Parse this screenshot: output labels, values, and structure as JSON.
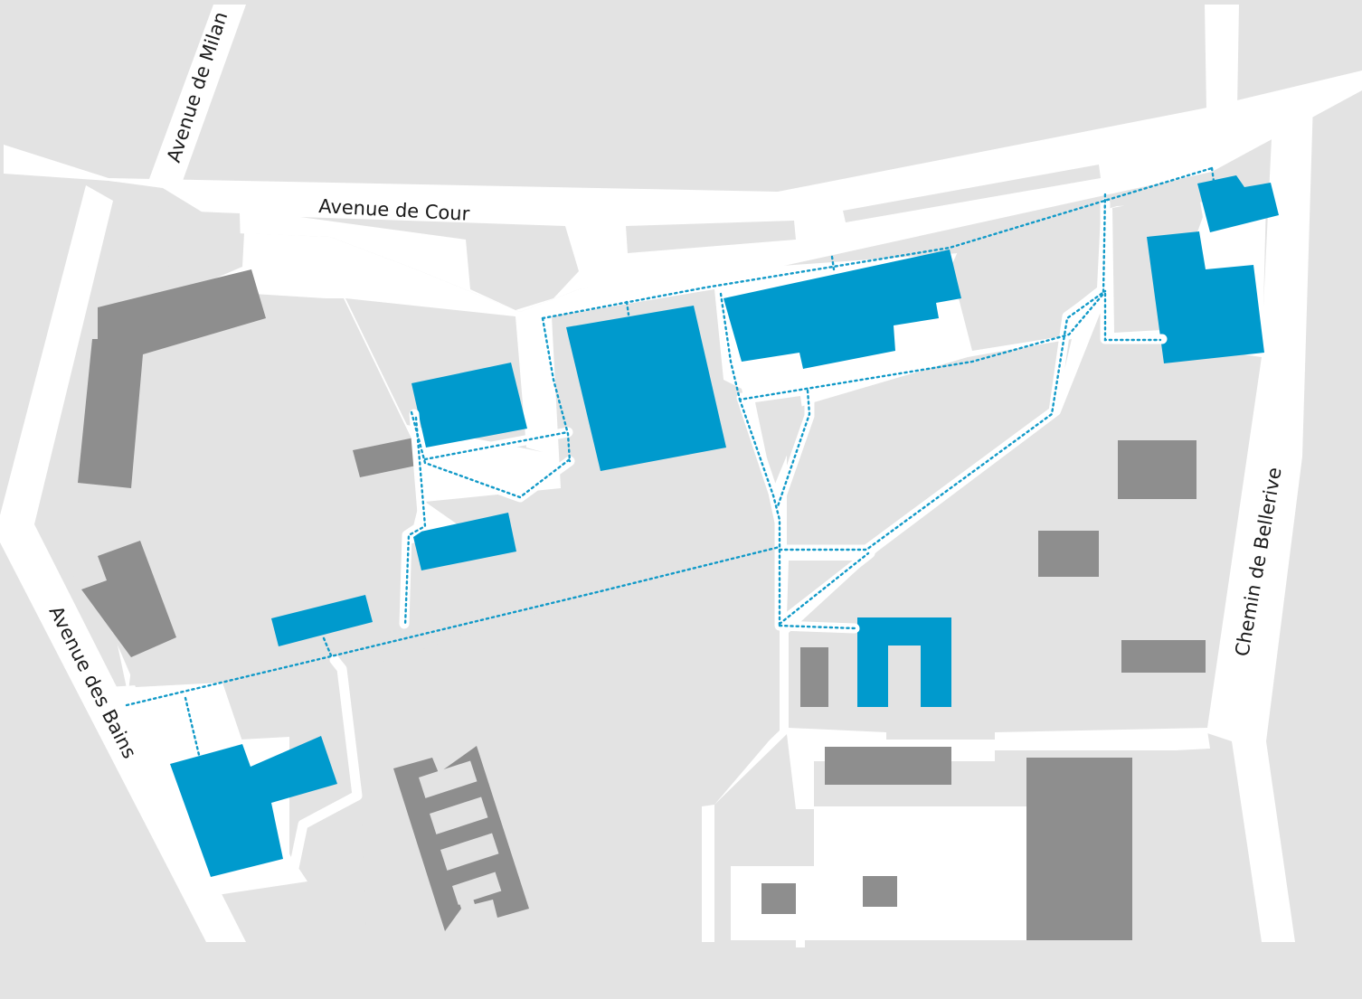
{
  "map": {
    "streets": {
      "avenue_de_cour": "Avenue de Cour",
      "avenue_de_milan": "Avenue de Milan",
      "avenue_des_bains": "Avenue des Bains",
      "chemin_de_bellerive": "Chemin de Bellerive"
    },
    "colors": {
      "background": "#e3e3e3",
      "road": "#ffffff",
      "campus_building": "#009acd",
      "other_building": "#8e8e8e",
      "covered_walkway": "#129ac8"
    }
  }
}
